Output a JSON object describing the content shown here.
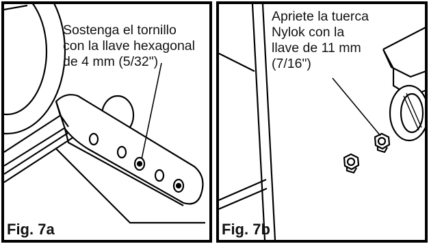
{
  "panels": [
    {
      "caption": "Fig. 7a",
      "callout": "Sostenga el tornillo\ncon la llave hexagonal\nde 4 mm (5/32\")"
    },
    {
      "caption": "Fig. 7b",
      "callout": "Apriete la tuerca\nNylok con la\nllave de 11 mm\n(7/16\")"
    }
  ]
}
